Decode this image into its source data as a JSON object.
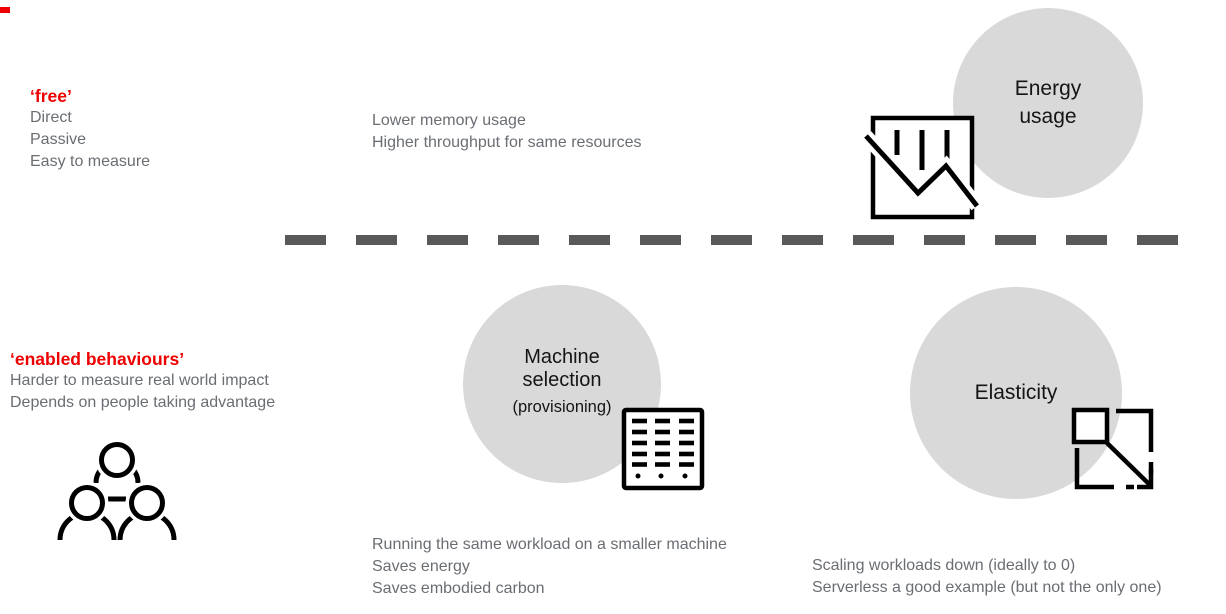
{
  "colors": {
    "accent_red": "#ee0000",
    "body_gray": "#6a6e73",
    "dark_text": "#151515",
    "circle_gray": "#d9d9d9",
    "divider_gray": "#595959",
    "icon_black": "#000000"
  },
  "free_group": {
    "title": "‘free’",
    "lines": [
      "Direct",
      "Passive",
      "Easy to measure"
    ]
  },
  "energy": {
    "label_line1": "Energy",
    "label_line2": "usage",
    "notes": [
      "Lower memory usage",
      "Higher throughput for same resources"
    ]
  },
  "enabled_group": {
    "title": "‘enabled behaviours’",
    "lines": [
      "Harder to measure real world impact",
      "Depends on people taking advantage"
    ]
  },
  "machine": {
    "label_line1": "Machine",
    "label_line2": "selection",
    "sublabel": "(provisioning)",
    "notes": [
      "Running the same workload on a smaller machine",
      "Saves energy",
      "Saves embodied carbon"
    ]
  },
  "elasticity": {
    "label": "Elasticity",
    "notes": [
      "Scaling workloads down (ideally to 0)",
      "Serverless a good example (but not the only one)"
    ]
  },
  "icons": {
    "energy": "declining-line-chart-icon",
    "people": "people-group-icon",
    "machine": "server-grid-icon",
    "elasticity": "scale-down-arrow-icon"
  }
}
